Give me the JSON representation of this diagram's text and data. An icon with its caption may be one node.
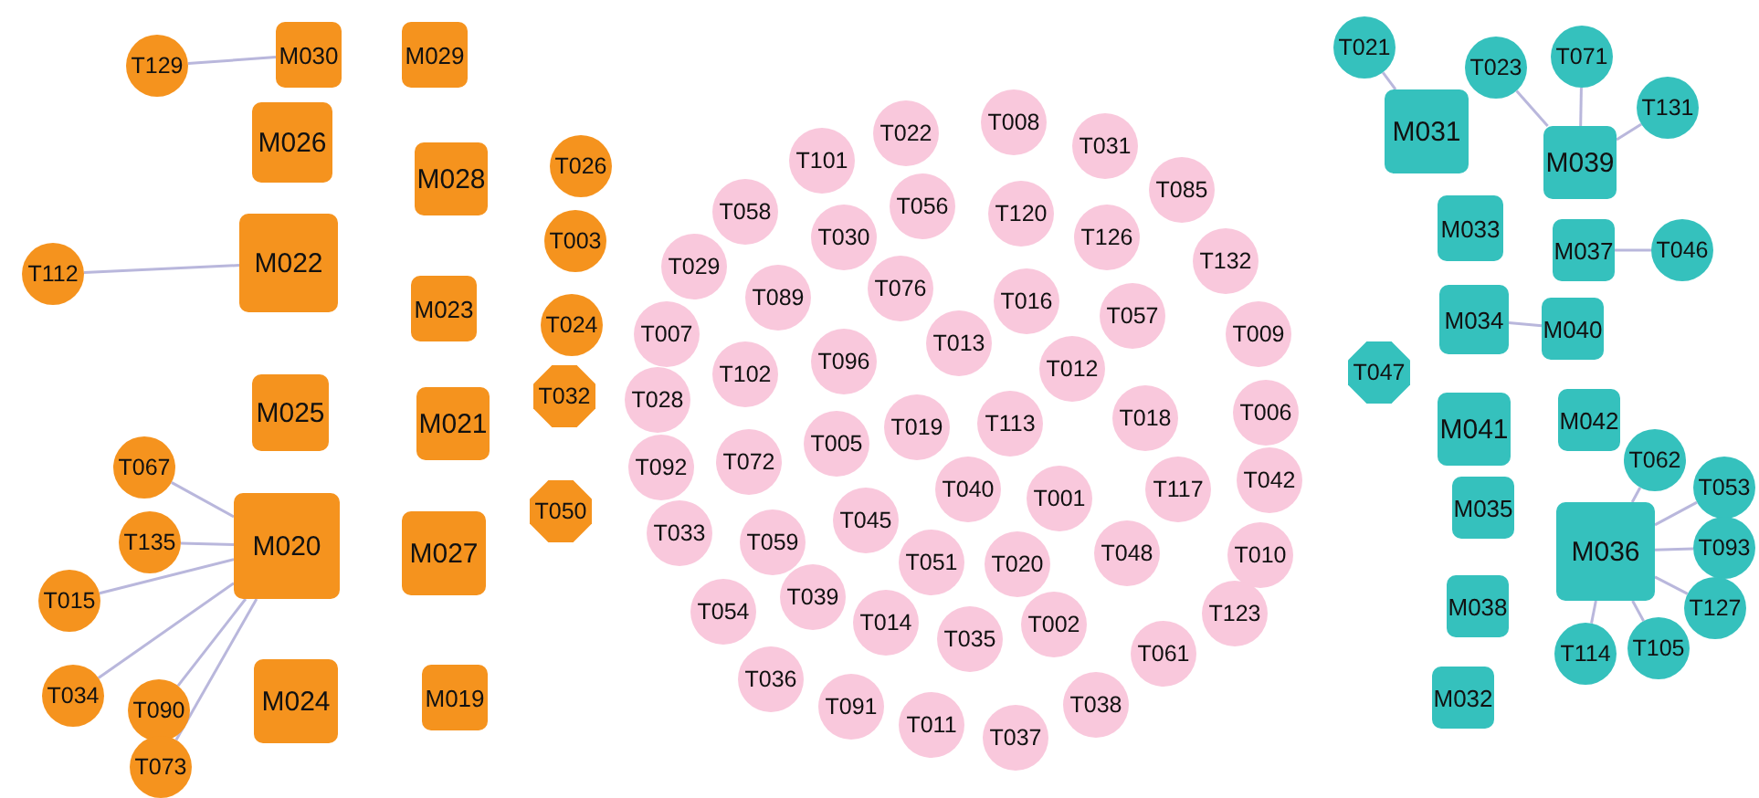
{
  "diagram": {
    "nodes": [
      {
        "text": [
          "M030"
        ]
      },
      {
        "text": [
          "M029"
        ]
      },
      {
        "text": [
          "M026"
        ]
      },
      {
        "text": [
          "M028"
        ]
      },
      {
        "text": [
          "M022"
        ]
      },
      {
        "text": [
          "M023"
        ]
      },
      {
        "text": [
          "M025"
        ]
      },
      {
        "text": [
          "M021"
        ]
      },
      {
        "text": [
          "M020"
        ]
      },
      {
        "text": [
          "M027"
        ]
      },
      {
        "text": [
          "M024"
        ]
      },
      {
        "text": [
          "M019"
        ]
      },
      {
        "text": [
          "T129"
        ]
      },
      {
        "text": [
          "T112"
        ]
      },
      {
        "text": [
          "T026"
        ]
      },
      {
        "text": [
          "T003"
        ]
      },
      {
        "text": [
          "T024"
        ]
      },
      {
        "text": [
          "T032"
        ]
      },
      {
        "text": [
          "T050"
        ]
      },
      {
        "text": [
          "T067"
        ]
      },
      {
        "text": [
          "T135"
        ]
      },
      {
        "text": [
          "T015"
        ]
      },
      {
        "text": [
          "T034"
        ]
      },
      {
        "text": [
          "T090"
        ]
      },
      {
        "text": [
          "T073"
        ]
      },
      {
        "text": [
          "T101"
        ]
      },
      {
        "text": [
          "T022"
        ]
      },
      {
        "text": [
          "T008"
        ]
      },
      {
        "text": [
          "T031"
        ]
      },
      {
        "text": [
          "T085"
        ]
      },
      {
        "text": [
          "T058"
        ]
      },
      {
        "text": [
          "T056"
        ]
      },
      {
        "text": [
          "T120"
        ]
      },
      {
        "text": [
          "T030"
        ]
      },
      {
        "text": [
          "T126"
        ]
      },
      {
        "text": [
          "T132"
        ]
      },
      {
        "text": [
          "T029"
        ]
      },
      {
        "text": [
          "T089"
        ]
      },
      {
        "text": [
          "T076"
        ]
      },
      {
        "text": [
          "T016"
        ]
      },
      {
        "text": [
          "T057"
        ]
      },
      {
        "text": [
          "T009"
        ]
      },
      {
        "text": [
          "T007"
        ]
      },
      {
        "text": [
          "T102"
        ]
      },
      {
        "text": [
          "T096"
        ]
      },
      {
        "text": [
          "T013"
        ]
      },
      {
        "text": [
          "T012"
        ]
      },
      {
        "text": [
          "T028"
        ]
      },
      {
        "text": [
          "T113"
        ]
      },
      {
        "text": [
          "T018"
        ]
      },
      {
        "text": [
          "T006"
        ]
      },
      {
        "text": [
          "T019"
        ]
      },
      {
        "text": [
          "T005"
        ]
      },
      {
        "text": [
          "T072"
        ]
      },
      {
        "text": [
          "T092"
        ]
      },
      {
        "text": [
          "T040"
        ]
      },
      {
        "text": [
          "T001"
        ]
      },
      {
        "text": [
          "T117"
        ]
      },
      {
        "text": [
          "T042"
        ]
      },
      {
        "text": [
          "T045"
        ]
      },
      {
        "text": [
          "T033"
        ]
      },
      {
        "text": [
          "T059"
        ]
      },
      {
        "text": [
          "T051"
        ]
      },
      {
        "text": [
          "T020"
        ]
      },
      {
        "text": [
          "T048"
        ]
      },
      {
        "text": [
          "T010"
        ]
      },
      {
        "text": [
          "T054"
        ]
      },
      {
        "text": [
          "T039"
        ]
      },
      {
        "text": [
          "T014"
        ]
      },
      {
        "text": [
          "T035"
        ]
      },
      {
        "text": [
          "T002"
        ]
      },
      {
        "text": [
          "T123"
        ]
      },
      {
        "text": [
          "T061"
        ]
      },
      {
        "text": [
          "T036"
        ]
      },
      {
        "text": [
          "T091"
        ]
      },
      {
        "text": [
          "T011"
        ]
      },
      {
        "text": [
          "T037"
        ]
      },
      {
        "text": [
          "T038"
        ]
      },
      {
        "text": [
          "T021"
        ]
      },
      {
        "text": [
          "M031"
        ]
      },
      {
        "text": [
          "T023"
        ]
      },
      {
        "text": [
          "T071"
        ]
      },
      {
        "text": [
          "T131"
        ]
      },
      {
        "text": [
          "M039"
        ]
      },
      {
        "text": [
          "M033"
        ]
      },
      {
        "text": [
          "M037"
        ]
      },
      {
        "text": [
          "T046"
        ]
      },
      {
        "text": [
          "M034"
        ]
      },
      {
        "text": [
          "M040"
        ]
      },
      {
        "text": [
          "T047"
        ]
      },
      {
        "text": [
          "M041"
        ]
      },
      {
        "text": [
          "M042"
        ]
      },
      {
        "text": [
          "T062"
        ]
      },
      {
        "text": [
          "M035"
        ]
      },
      {
        "text": [
          "T053"
        ]
      },
      {
        "text": [
          "M036"
        ]
      },
      {
        "text": [
          "T093"
        ]
      },
      {
        "text": [
          "M038"
        ]
      },
      {
        "text": [
          "T127"
        ]
      },
      {
        "text": [
          "T114"
        ]
      },
      {
        "text": [
          "T105"
        ]
      },
      {
        "text": [
          "M032"
        ]
      }
    ],
    "edges": [
      {
        "from": 12,
        "to": 0,
        "arrow": "none"
      },
      {
        "from": 13,
        "to": 4,
        "arrow": "none"
      },
      {
        "from": 19,
        "to": 8,
        "arrow": "none"
      },
      {
        "from": 20,
        "to": 8,
        "arrow": "none"
      },
      {
        "from": 21,
        "to": 8,
        "arrow": "none"
      },
      {
        "from": 22,
        "to": 8,
        "arrow": "none"
      },
      {
        "from": 23,
        "to": 8,
        "arrow": "none"
      },
      {
        "from": 24,
        "to": 8,
        "arrow": "none"
      },
      {
        "from": 78,
        "to": 79,
        "arrow": "none"
      },
      {
        "from": 80,
        "to": 83,
        "arrow": "none"
      },
      {
        "from": 81,
        "to": 83,
        "arrow": "none"
      },
      {
        "from": 82,
        "to": 83,
        "arrow": "none"
      },
      {
        "from": 86,
        "to": 85,
        "arrow": "none"
      },
      {
        "from": 87,
        "to": 88,
        "arrow": "none"
      },
      {
        "from": 92,
        "to": 95,
        "arrow": "none"
      },
      {
        "from": 94,
        "to": 95,
        "arrow": "none"
      },
      {
        "from": 96,
        "to": 95,
        "arrow": "none"
      },
      {
        "from": 98,
        "to": 95,
        "arrow": "none"
      },
      {
        "from": 99,
        "to": 95,
        "arrow": "none"
      },
      {
        "from": 100,
        "to": 95,
        "arrow": "none"
      }
    ]
  }
}
